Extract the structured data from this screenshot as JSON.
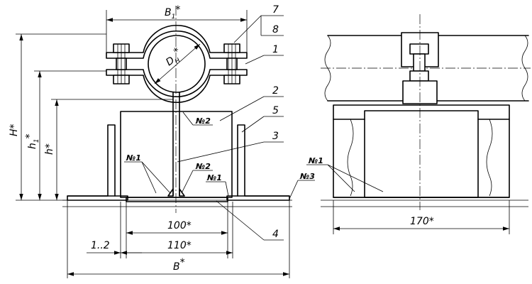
{
  "dimensions": {
    "b1": "B",
    "b1_sub": "1",
    "b1_star": "*",
    "dn": "D",
    "dn_sub": "H",
    "dn_star": "*",
    "h_big": "H*",
    "h1": "h",
    "h1_sub": "1",
    "h1_star": "*",
    "h_small": "h*",
    "d100": "100*",
    "d110": "110*",
    "d12": "1..2",
    "b": "B",
    "b_star": "*",
    "d170": "170*"
  },
  "parts": [
    "7",
    "8",
    "1",
    "2",
    "5",
    "3",
    "4"
  ],
  "welds": {
    "w2_upper": "№2",
    "w1_left": "№1",
    "w2_lower": "№2",
    "w1_mid": "№1",
    "w3": "№3",
    "w1_right": "№1"
  }
}
